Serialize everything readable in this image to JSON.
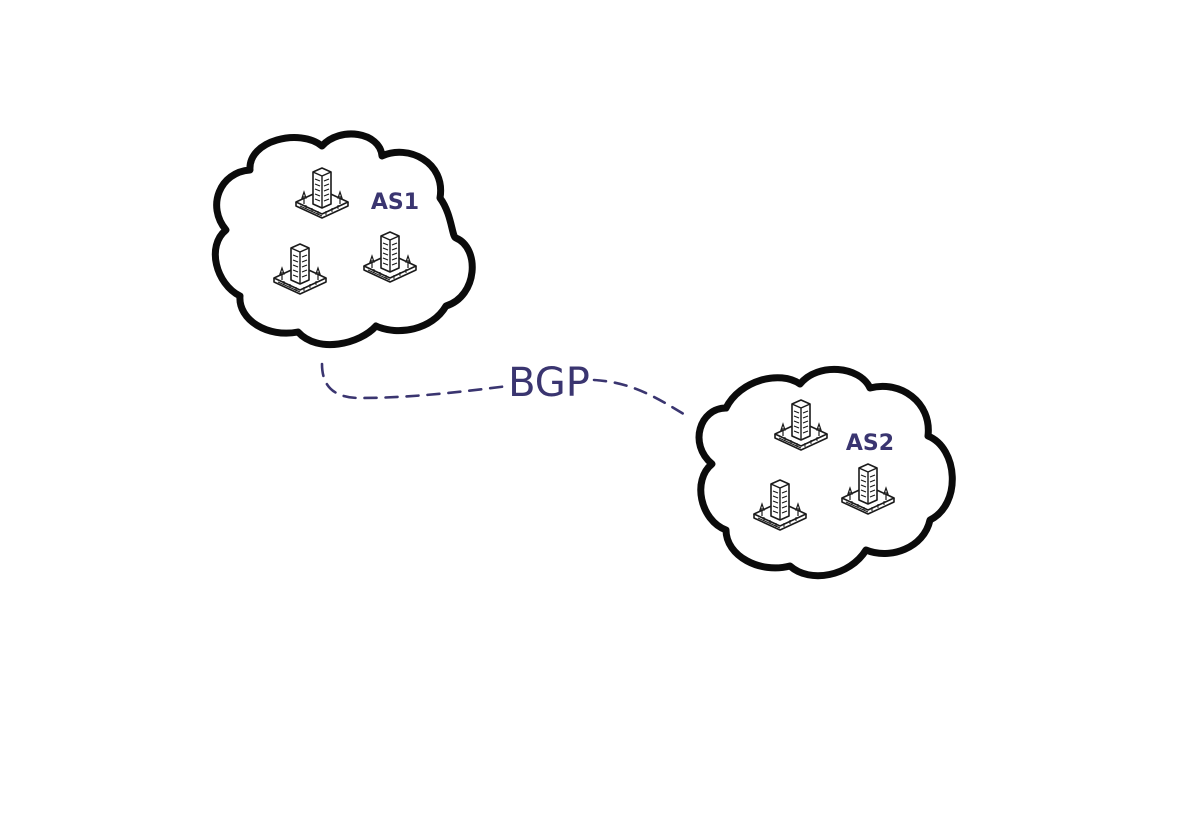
{
  "colors": {
    "background": "#ffffff",
    "cloud_outline": "#0b0b0b",
    "label_text": "#3a3570",
    "connection_line": "#3a3570",
    "building_stroke": "#1a1a1a"
  },
  "nodes": [
    {
      "id": "as1",
      "label": "AS1",
      "icon": "cloud-icon",
      "building_icon": "office-building-icon",
      "building_count": 3
    },
    {
      "id": "as2",
      "label": "AS2",
      "icon": "cloud-icon",
      "building_icon": "office-building-icon",
      "building_count": 3
    }
  ],
  "connection": {
    "from": "as1",
    "to": "as2",
    "label": "BGP",
    "style": "dashed"
  }
}
